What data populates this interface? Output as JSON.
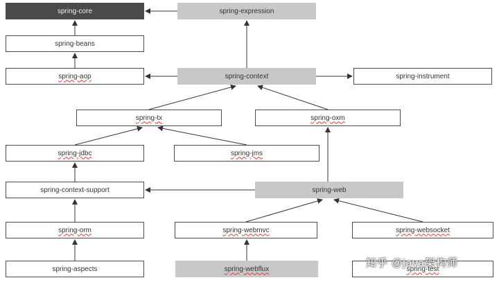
{
  "colors": {
    "box_border": "#4a4a4a",
    "gray_fill": "#c8c8c8",
    "dark_fill": "#4a4a4a",
    "edge": "#333333",
    "spellcheck_underline": "#e23a2e"
  },
  "modules": {
    "spring_core": "spring-core",
    "spring_expression": "spring-expression",
    "spring_beans": "spring-beans",
    "spring_aop": "spring-aop",
    "spring_context": "spring-context",
    "spring_instrument": "spring-instrument",
    "spring_tx": "spring-tx",
    "spring_oxm": "spring-oxm",
    "spring_jdbc": "spring-jdbc",
    "spring_jms": "spring-jms",
    "spring_context_support": "spring-context-support",
    "spring_web": "spring-web",
    "spring_orm": "spring-orm",
    "spring_webmvc": "spring-webmvc",
    "spring_websocket": "spring-websocket",
    "spring_aspects": "spring-aspects",
    "spring_webflux": "spring-webflux",
    "spring_test": "spring-test"
  },
  "watermark": "知乎 @java架构师"
}
